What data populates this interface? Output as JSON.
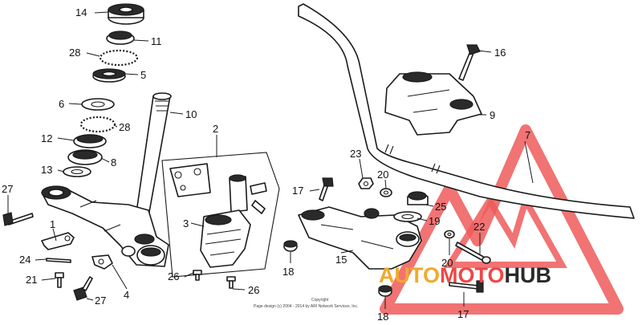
{
  "callouts": {
    "n14": "14",
    "n11": "11",
    "n28a": "28",
    "n5": "5",
    "n6": "6",
    "n10": "10",
    "n28b": "28",
    "n12": "12",
    "n8": "8",
    "n13": "13",
    "n27a": "27",
    "n1": "1",
    "n24": "24",
    "n21": "21",
    "n27b": "27",
    "n4": "4",
    "n2": "2",
    "n3": "3",
    "n26a": "26",
    "n26b": "26",
    "n18a": "18",
    "n16": "16",
    "n9": "9",
    "n7": "7",
    "n23": "23",
    "n20a": "20",
    "n17a": "17",
    "n25": "25",
    "n19": "19",
    "n22": "22",
    "n15": "15",
    "n20b": "20",
    "n18b": "18",
    "n17b": "17"
  },
  "copyright": {
    "line1": "Copyright",
    "line2": "Page design (c) 2004 - 2014 by ARI Network Services, Inc."
  },
  "watermark": {
    "part1": "AUTO",
    "part2": "MOTO",
    "part3": "HUB",
    "colors": {
      "orange": "#f2a92c",
      "red": "#ef4747",
      "dark": "#2a2a2a"
    }
  }
}
